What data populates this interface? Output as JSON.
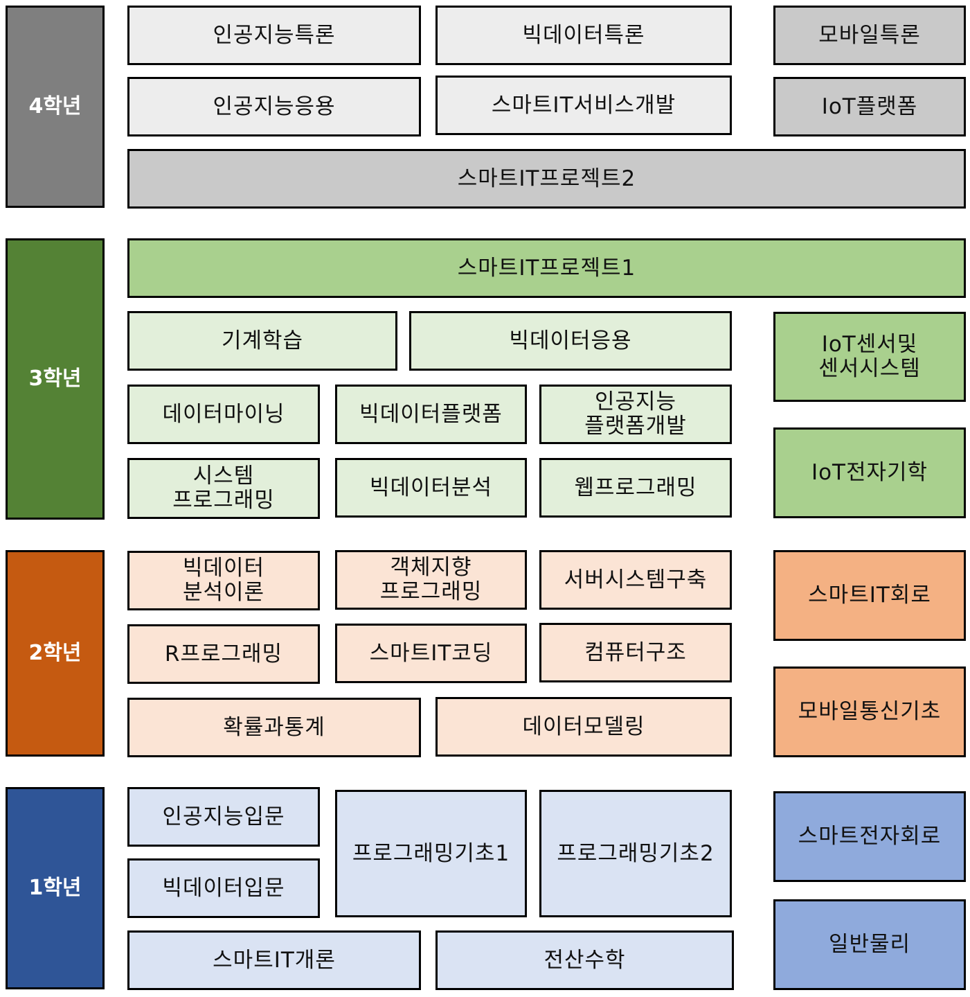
{
  "years": {
    "y4": "4학년",
    "y3": "3학년",
    "y2": "2학년",
    "y1": "1학년"
  },
  "courses": {
    "ai_special": "인공지능특론",
    "bigdata_special": "빅데이터특론",
    "mobile_special": "모바일특론",
    "ai_application": "인공지능응용",
    "smart_it_service_dev": "스마트IT서비스개발",
    "iot_platform": "IoT플랫폼",
    "smart_it_project2": "스마트IT프로젝트2",
    "smart_it_project1": "스마트IT프로젝트1",
    "machine_learning": "기계학습",
    "bigdata_application": "빅데이터응용",
    "iot_sensor_system": "IoT센서및\n센서시스템",
    "data_mining": "데이터마이닝",
    "bigdata_platform": "빅데이터플랫폼",
    "ai_platform_dev": "인공지능\n플랫폼개발",
    "iot_electronics": "IoT전자기학",
    "system_programming": "시스템\n프로그래밍",
    "bigdata_analysis": "빅데이터분석",
    "web_programming": "웹프로그래밍",
    "bigdata_analysis_theory": "빅데이터\n분석이론",
    "oop": "객체지향\n프로그래밍",
    "server_system": "서버시스템구축",
    "smart_it_circuit": "스마트IT회로",
    "r_programming": "R프로그래밍",
    "smart_it_coding": "스마트IT코딩",
    "computer_architecture": "컴퓨터구조",
    "probability_statistics": "확률과통계",
    "data_modeling": "데이터모델링",
    "mobile_comm_basics": "모바일통신기초",
    "ai_intro": "인공지능입문",
    "programming_basics1": "프로그래밍기초1",
    "programming_basics2": "프로그래밍기초2",
    "smart_electronic_circuit": "스마트전자회로",
    "bigdata_intro": "빅데이터입문",
    "general_physics": "일반물리",
    "smart_it_intro": "스마트IT개론",
    "computational_math": "전산수학"
  }
}
